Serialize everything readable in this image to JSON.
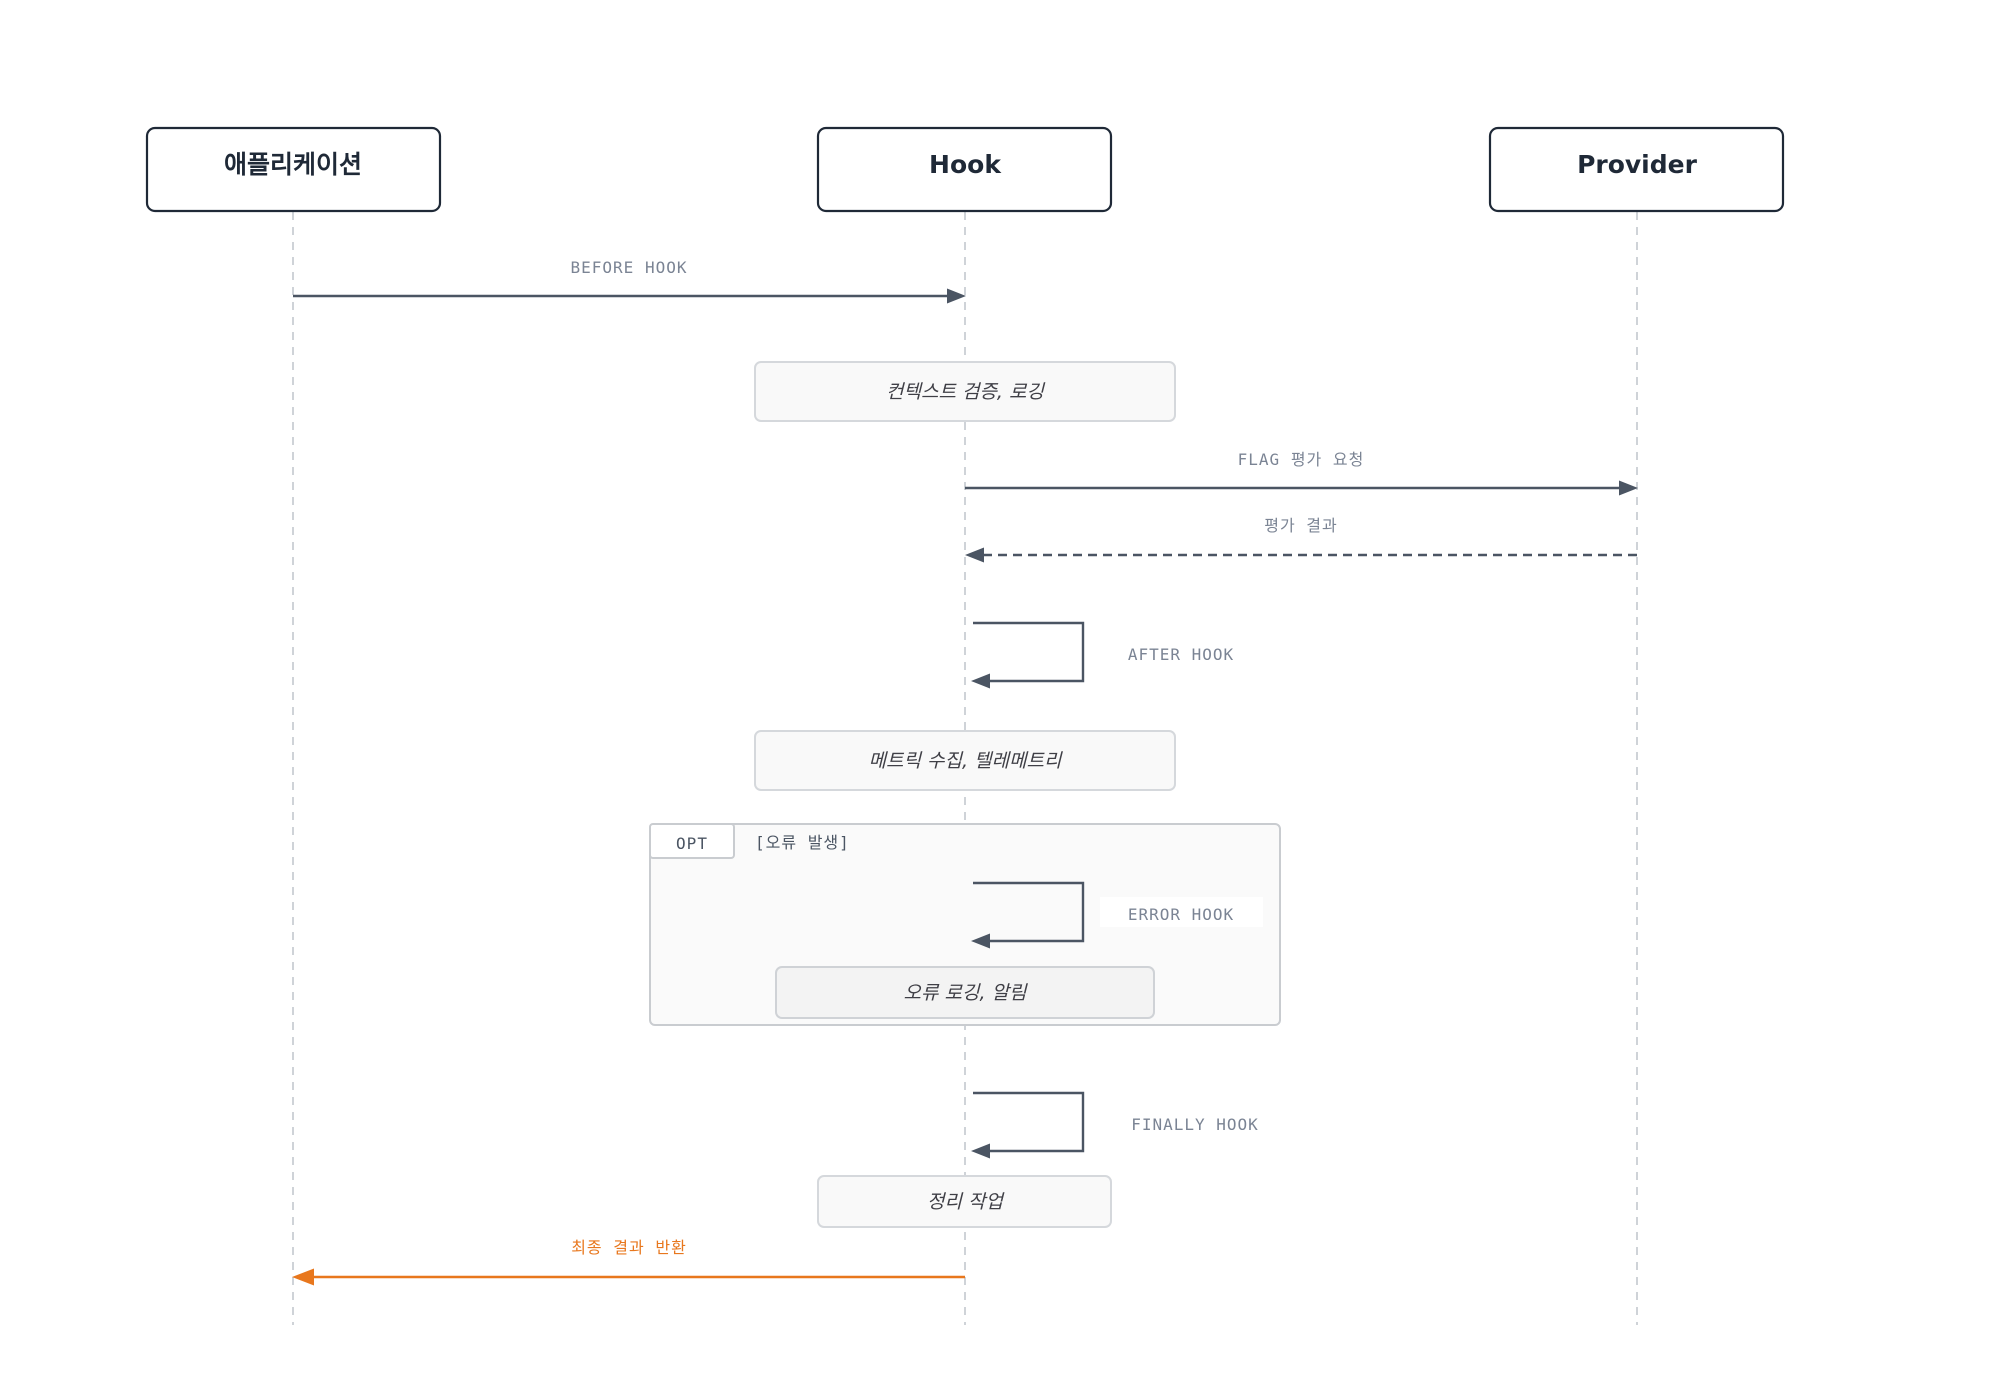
{
  "diagram": {
    "actors": [
      {
        "label": "애플리케이션"
      },
      {
        "label": "Hook"
      },
      {
        "label": "Provider"
      }
    ],
    "messages": {
      "before_hook": "BEFORE HOOK",
      "flag_request": "FLAG 평가 요청",
      "eval_result": "평가 결과",
      "after_hook": "AFTER HOOK",
      "error_hook": "ERROR HOOK",
      "finally_hook": "FINALLY HOOK",
      "final_return": "최종 결과 반환"
    },
    "notes": {
      "validate": "컨텍스트 검증, 로깅",
      "metrics": "메트릭 수집, 텔레메트리",
      "error_log": "오류 로깅, 알림",
      "cleanup": "정리 작업"
    },
    "frame": {
      "tag": "OPT",
      "condition": "[오류 발생]"
    },
    "colors": {
      "ink": "#1f2937",
      "arrow": "#4b5563",
      "label": "#7b8494",
      "lifeline": "#cfd3d8",
      "highlight": "#e8771d"
    }
  }
}
